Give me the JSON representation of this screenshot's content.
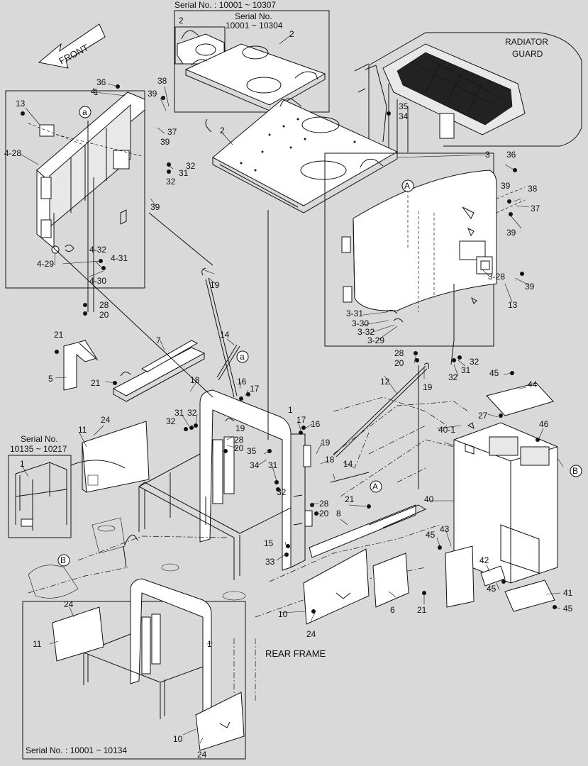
{
  "direction": "FRONT",
  "area_labels": {
    "radiator_guard_line1": "RADIATOR",
    "radiator_guard_line2": "GUARD",
    "rear_frame": "REAR FRAME"
  },
  "serial_notes": {
    "top_box": "Serial No. : 10001 ~ 10307",
    "inset_line1": "Serial No.",
    "inset_line2": "10001 ~ 10304",
    "left_box_line1": "Serial No.",
    "left_box_line2": "10135 ~ 10217",
    "bottom_box": "Serial No. : 10001 ~ 10134"
  },
  "refs": {
    "a": "a",
    "A": "A",
    "B": "B"
  },
  "parts": [
    "1",
    "2",
    "3",
    "4",
    "5",
    "6",
    "7",
    "8",
    "10",
    "11",
    "12",
    "13",
    "14",
    "15",
    "16",
    "17",
    "18",
    "19",
    "20",
    "21",
    "24",
    "27",
    "28",
    "31",
    "32",
    "33",
    "34",
    "35",
    "36",
    "37",
    "38",
    "39",
    "40",
    "41",
    "42",
    "43",
    "44",
    "45",
    "46",
    "3-28",
    "3-29",
    "3-30",
    "3-31",
    "3-32",
    "4-28",
    "4-29",
    "4-30",
    "4-31",
    "4-32",
    "40-1"
  ]
}
